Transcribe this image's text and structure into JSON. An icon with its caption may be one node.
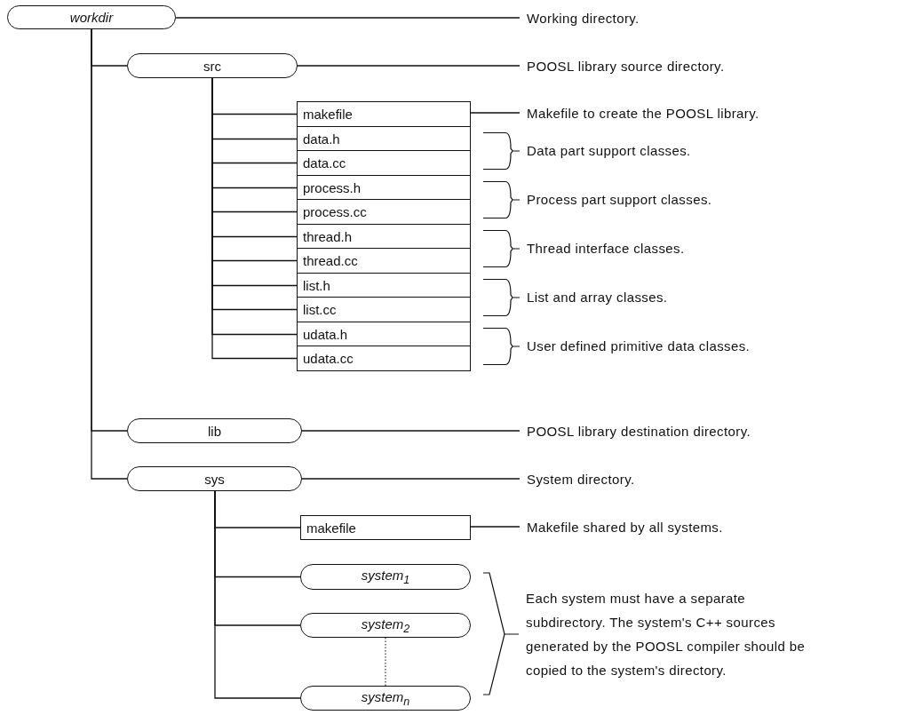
{
  "diagram": {
    "nodes": [
      {
        "text": [
          "workdir"
        ]
      },
      {
        "text": [
          "src"
        ]
      },
      {
        "text": [
          "makefile"
        ]
      },
      {
        "text": [
          "data.h"
        ]
      },
      {
        "text": [
          "data.cc"
        ]
      },
      {
        "text": [
          "process.h"
        ]
      },
      {
        "text": [
          "process.cc"
        ]
      },
      {
        "text": [
          "thread.h"
        ]
      },
      {
        "text": [
          "thread.cc"
        ]
      },
      {
        "text": [
          "list.h"
        ]
      },
      {
        "text": [
          "list.cc"
        ]
      },
      {
        "text": [
          "udata.h"
        ]
      },
      {
        "text": [
          "udata.cc"
        ]
      },
      {
        "text": [
          "lib"
        ]
      },
      {
        "text": [
          "sys"
        ]
      },
      {
        "text": [
          "makefile"
        ]
      },
      {
        "text": [
          "system$_{1}$"
        ]
      },
      {
        "text": [
          "system$_{2}$"
        ]
      },
      {
        "text": [
          "system$_{n}$"
        ]
      },
      {
        "text": [
          "Working directory."
        ]
      },
      {
        "text": [
          "POOSL library source directory."
        ]
      },
      {
        "text": [
          "Makefile to create the POOSL library."
        ]
      },
      {
        "text": [
          "POOSL library destination directory."
        ]
      },
      {
        "text": [
          "System directory."
        ]
      },
      {
        "text": [
          "Makefile shared by all systems."
        ]
      }
    ],
    "edges": [
      {
        "from": 0,
        "to": 1,
        "arrow": "none"
      },
      {
        "from": 1,
        "to": 2,
        "arrow": "none"
      },
      {
        "from": 1,
        "to": 3,
        "arrow": "none"
      },
      {
        "from": 1,
        "to": 4,
        "arrow": "none"
      },
      {
        "from": 1,
        "to": 5,
        "arrow": "none"
      },
      {
        "from": 1,
        "to": 6,
        "arrow": "none"
      },
      {
        "from": 1,
        "to": 7,
        "arrow": "none"
      },
      {
        "from": 1,
        "to": 8,
        "arrow": "none"
      },
      {
        "from": 1,
        "to": 9,
        "arrow": "none"
      },
      {
        "from": 1,
        "to": 10,
        "arrow": "none"
      },
      {
        "from": 1,
        "to": 11,
        "arrow": "none"
      },
      {
        "from": 1,
        "to": 12,
        "arrow": "none"
      },
      {
        "from": 0,
        "to": 13,
        "arrow": "none"
      },
      {
        "from": 0,
        "to": 14,
        "arrow": "none"
      },
      {
        "from": 14,
        "to": 15,
        "arrow": "none"
      },
      {
        "from": 14,
        "to": 16,
        "arrow": "none"
      },
      {
        "from": 14,
        "to": 17,
        "arrow": "none"
      },
      {
        "from": 14,
        "to": 18,
        "arrow": "none"
      },
      {
        "from": 17,
        "to": 18,
        "arrow": "none",
        "style": "dashed"
      },
      {
        "from": 0,
        "to": 19,
        "arrow": "none"
      },
      {
        "from": 1,
        "to": 20,
        "arrow": "none"
      },
      {
        "from": 2,
        "to": 21,
        "arrow": "none"
      },
      {
        "from": 13,
        "to": 22,
        "arrow": "none"
      },
      {
        "from": 14,
        "to": 23,
        "arrow": "none"
      },
      {
        "from": 15,
        "to": 24,
        "arrow": "none"
      }
    ],
    "labels": [
      "Data part support classes.",
      "Process part support classes.",
      "Thread interface classes.",
      "List and array classes.",
      "User defined primitive data classes.",
      "Each system must have a separate subdirectory. The system's C++ sources generated by the POOSL compiler should be copied to the system's directory."
    ]
  }
}
